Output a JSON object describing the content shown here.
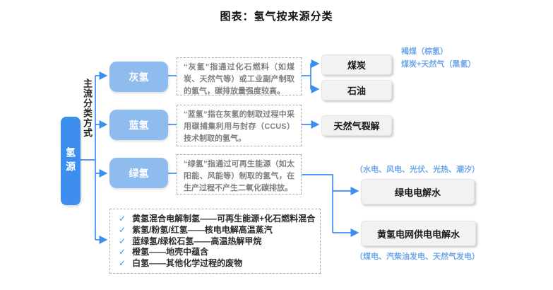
{
  "title": "图表：氢气按来源分类",
  "colors": {
    "accent_blue": "#3E8EF0",
    "category_blue": "#8FBCEF",
    "annotation_blue": "#6FA8E8",
    "output_box_bg": "#F2F2F2",
    "desc_text_gray": "#808080"
  },
  "root": {
    "label": "氢源"
  },
  "axis_label": "主流分类方式",
  "icons": {
    "check_icon": "✓"
  },
  "categories": [
    {
      "label": "灰氢",
      "desc": "“灰氢”指通过化石燃料（如煤炭、天然气等）或工业副产制取的氢气，碳排放量强度较高。"
    },
    {
      "label": "蓝氢",
      "desc": "“蓝氢”指在灰氢的制取过程中采用碳捕集利用与封存（CCUS）技术制取的氢气。"
    },
    {
      "label": "绿氢",
      "desc": "“绿氢”指通过可再生能源（如太阳能、风能等）制取的氢气，在生产过程不产生二氧化碳排放。"
    }
  ],
  "outputs": {
    "coal": "煤炭",
    "oil": "石油",
    "gas_cracking": "天然气裂解",
    "green_electrolysis": "绿电电解水",
    "yellow_grid_electrolysis": "黄氢电网供电电解水"
  },
  "annotations": {
    "coal_line1": "褐煤（棕氢）",
    "coal_line2": "煤炭+天然气（黑氢）",
    "green_sources": "（水电、风电、光伏、光热、潮汐）",
    "yellow_sources": "（煤电、汽柴油发电、天然气发电）"
  },
  "other_types": {
    "items": [
      "黄氢混合电解制氢——可再生能源+化石燃料混合",
      "紫氢/粉氢/红氢——核电电解高温蒸汽",
      "蓝绿氢/绿松石氢——高温热解甲烷",
      "橙氢——地壳中蕴含",
      "白氢——其他化学过程的废物"
    ]
  }
}
